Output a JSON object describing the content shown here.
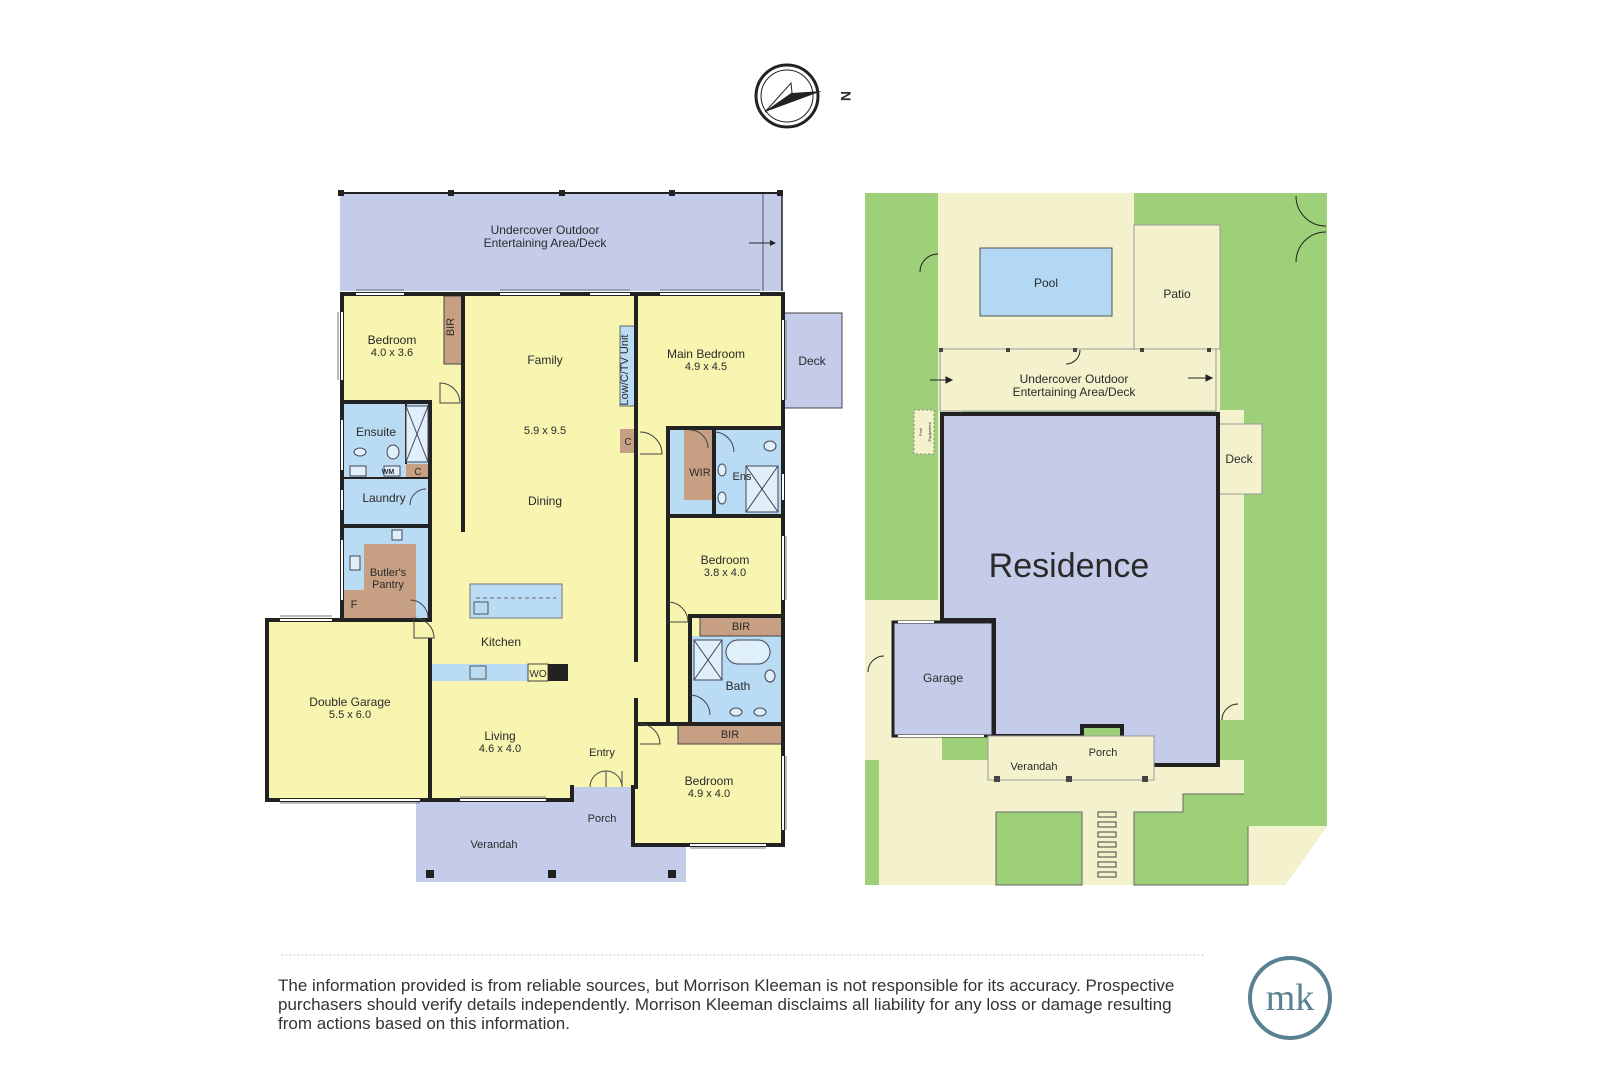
{
  "compass": {
    "label": "N"
  },
  "floor_plan": {
    "outdoor_area": [
      "Undercover Outdoor",
      "Entertaining Area/Deck"
    ],
    "bedroom_nw": {
      "name": "Bedroom",
      "dims": "4.0 x 3.6"
    },
    "bir": "BIR",
    "family": "Family",
    "family_dims": "5.9 x 9.5",
    "dining": "Dining",
    "tv_unit": "Low/C/TV Unit",
    "cupboard": "C",
    "main_bedroom": {
      "name": "Main Bedroom",
      "dims": "4.9 x 4.5"
    },
    "deck": "Deck",
    "ensuite": "Ensuite",
    "wm": "WM",
    "laundry": "Laundry",
    "butlers_pantry": [
      "Butler's",
      "Pantry"
    ],
    "fridge": "F",
    "wir": "WIR",
    "ens": "Ens",
    "bedroom_mid": {
      "name": "Bedroom",
      "dims": "3.8 x 4.0"
    },
    "kitchen": "Kitchen",
    "wo": "WO",
    "bath": "Bath",
    "double_garage": {
      "name": "Double Garage",
      "dims": "5.5 x 6.0"
    },
    "living": {
      "name": "Living",
      "dims": "4.6 x 4.0"
    },
    "entry": "Entry",
    "bedroom_se": {
      "name": "Bedroom",
      "dims": "4.9 x 4.0"
    },
    "porch": "Porch",
    "verandah": "Verandah"
  },
  "site_plan": {
    "pool": "Pool",
    "patio": "Patio",
    "outdoor_area": [
      "Undercover Outdoor",
      "Entertaining Area/Deck"
    ],
    "deck": "Deck",
    "residence": "Residence",
    "garage": "Garage",
    "verandah": "Verandah",
    "porch": "Porch",
    "shed": [
      "Pool",
      "Equipment"
    ]
  },
  "disclaimer": "The information provided is from reliable sources, but Morrison Kleeman is not responsible for its accuracy. Prospective purchasers should verify details independently. Morrison Kleeman disclaims all liability for any loss or damage resulting from actions based on this information.",
  "logo": {
    "text": "mk"
  },
  "colors": {
    "room": "#f7f5b0",
    "outdoor": "#c5cce9",
    "wet": "#b9dbf4",
    "robe": "#c7a083",
    "lawn": "#9ed07a",
    "paving": "#f3f2cd",
    "pool": "#b3d8f4",
    "wall": "#222222",
    "logo": "#5a8191"
  }
}
